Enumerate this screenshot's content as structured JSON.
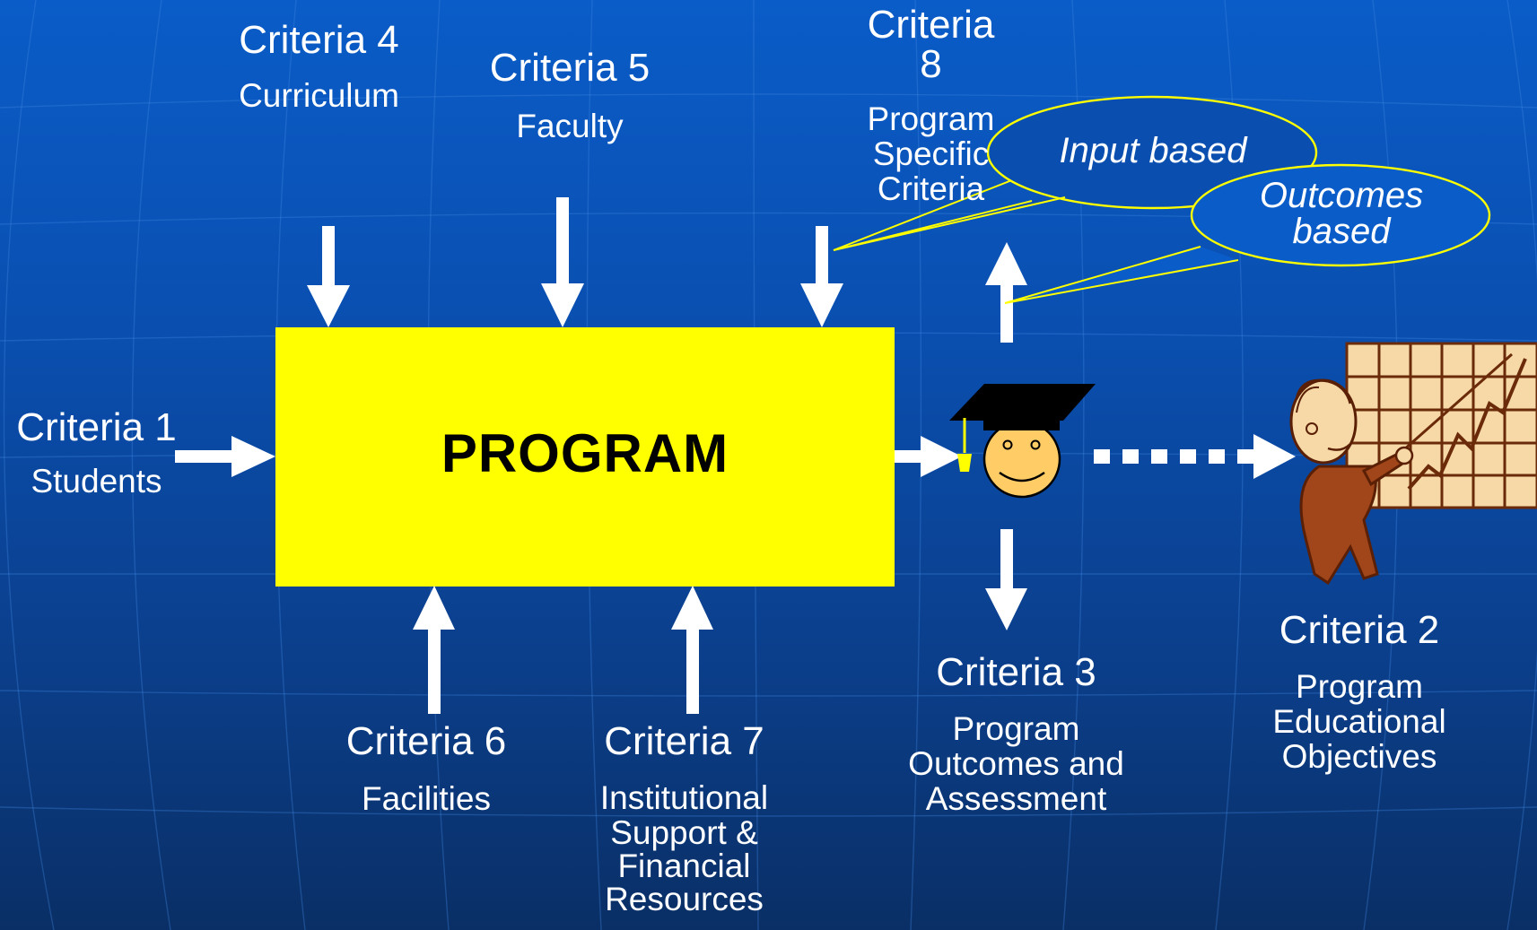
{
  "slide": {
    "background_color": "#0a4fb0",
    "accent_color": "#ffff00",
    "arrow_color": "#ffffff",
    "callout_color": "#ffff00"
  },
  "program": {
    "label": "PROGRAM"
  },
  "criteria": {
    "c1": {
      "heading": "Criteria 1",
      "sub": "Students"
    },
    "c2": {
      "heading": "Criteria 2",
      "sub_lines": [
        "Program",
        "Educational",
        "Objectives"
      ]
    },
    "c3": {
      "heading": "Criteria 3",
      "sub_lines": [
        "Program",
        "Outcomes and",
        "Assessment"
      ]
    },
    "c4": {
      "heading": "Criteria 4",
      "sub": "Curriculum"
    },
    "c5": {
      "heading": "Criteria 5",
      "sub": "Faculty"
    },
    "c6": {
      "heading": "Criteria 6",
      "sub": "Facilities"
    },
    "c7": {
      "heading": "Criteria 7",
      "sub_lines": [
        "Institutional",
        "Support &",
        "Financial",
        "Resources"
      ]
    },
    "c8": {
      "heading_lines": [
        "Criteria",
        "8"
      ],
      "sub_lines": [
        "Program",
        "Specific",
        "Criteria"
      ]
    }
  },
  "callouts": {
    "input": "Input based",
    "outcomes_lines": [
      "Outcomes",
      "based"
    ]
  },
  "icons": [
    "graduate-icon",
    "presenter-chart-icon"
  ]
}
